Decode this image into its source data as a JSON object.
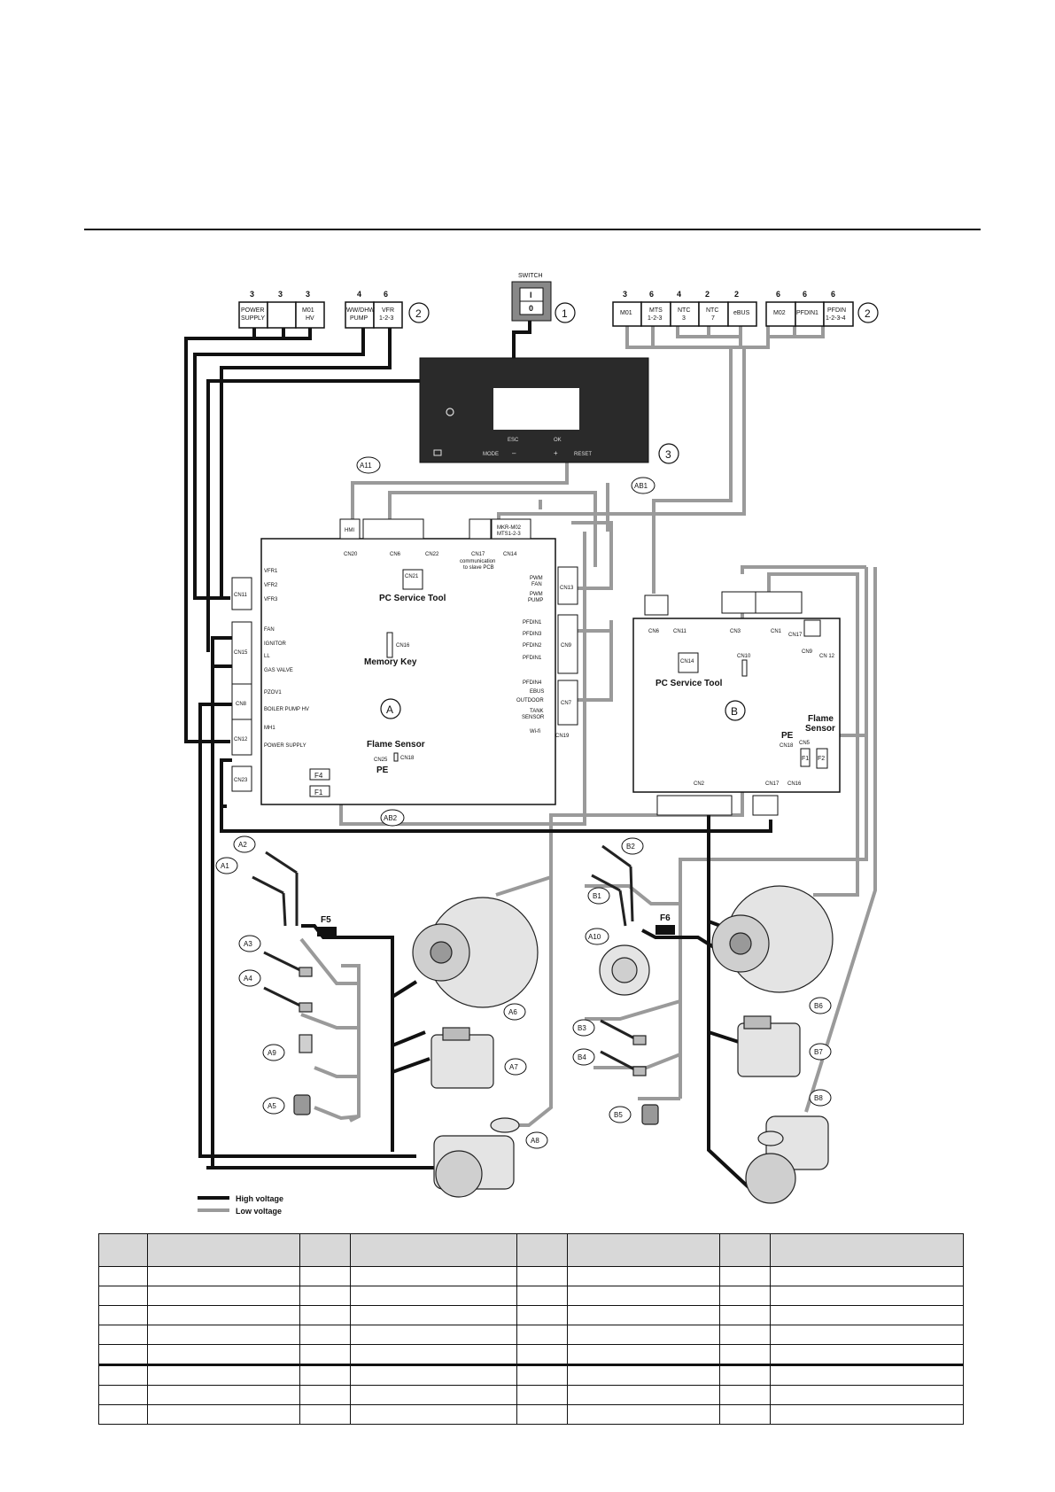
{
  "switch": {
    "title": "SWITCH",
    "on": "I",
    "off": "0",
    "callout": "1"
  },
  "left_terminals": {
    "counts": [
      "3",
      "3",
      "3",
      "4",
      "6"
    ],
    "labels": [
      "POWER",
      "SUPPLY",
      "M01",
      "HV",
      "WW/DHW",
      "PUMP",
      "VFR",
      "1-2-3"
    ],
    "callout": "2"
  },
  "right_terminals": {
    "counts": [
      "3",
      "6",
      "4",
      "2",
      "2",
      "6",
      "6",
      "6"
    ],
    "labels": [
      "M01",
      "MTS",
      "1-2-3",
      "NTC",
      "3",
      "NTC",
      "7",
      "eBUS",
      "M02",
      "PFDIN1",
      "PFDIN",
      "1-2-3-4"
    ],
    "callout": "2"
  },
  "control_panel": {
    "labels": [
      "ESC",
      "OK",
      "MODE",
      "–",
      "+",
      "RESET"
    ],
    "callout": "3"
  },
  "board_a": {
    "letter": "A",
    "top_connectors": [
      "HMI",
      "MKR-M02",
      "MTS1-2-3"
    ],
    "top_labels": [
      "CN20",
      "CN6",
      "CN22",
      "CN17",
      "CN14"
    ],
    "comm_note": [
      "communication",
      "to slave PCB"
    ],
    "left_connectors": [
      "CN11",
      "CN15",
      "CN8",
      "CN12",
      "CN23"
    ],
    "left_pins": [
      "VFR1",
      "VFR2",
      "VFR3",
      "FAN",
      "IGNITOR",
      "LL",
      "GAS VALVE",
      "PZOV1",
      "BOILER PUMP HV",
      "MH1",
      "POWER SUPPLY"
    ],
    "right_connectors": [
      "CN13",
      "CN9",
      "CN7",
      "CN19"
    ],
    "right_pins": [
      "PWM",
      "FAN",
      "PWM",
      "PUMP",
      "PFDIN1",
      "PFDIN3",
      "PFDIN2",
      "PFDIN1",
      "PFDIN4",
      "EBUS",
      "OUTDOOR",
      "TANK",
      "SENSOR",
      "Wi-fi"
    ],
    "cn21": "CN21",
    "pc_service": "PC Service Tool",
    "cn16": "CN16",
    "memory_key": "Memory Key",
    "flame_sensor": "Flame Sensor",
    "cn25": "CN25",
    "cn18": "CN18",
    "pe": "PE",
    "fuses": [
      "F4",
      "F1"
    ]
  },
  "board_b": {
    "letter": "B",
    "top_labels": [
      "CN6",
      "CN11",
      "CN3",
      "CN1",
      "CN17",
      "CN9",
      "CN 12"
    ],
    "cn14": "CN14",
    "cn10": "CN10",
    "pc_service": "PC Service Tool",
    "flame_sensor": [
      "Flame",
      "Sensor"
    ],
    "pe": "PE",
    "cn_misc": [
      "CN18",
      "CN5"
    ],
    "fuses": [
      "F1",
      "F2"
    ],
    "bottom_labels": [
      "CN2",
      "CN17",
      "CN16"
    ]
  },
  "callouts": [
    "A11",
    "AB1",
    "AB2",
    "A1",
    "A2",
    "A3",
    "A4",
    "A5",
    "A6",
    "A7",
    "A8",
    "A9",
    "A10",
    "B1",
    "B2",
    "B3",
    "B4",
    "B5",
    "B6",
    "B7",
    "B8"
  ],
  "fuses_external": [
    "F5",
    "F6"
  ],
  "legend": {
    "high_voltage": "High voltage",
    "low_voltage": "Low voltage"
  },
  "colors": {
    "high_voltage": "#111111",
    "low_voltage": "#9a9a9a",
    "header_fill": "#d8d8d8"
  },
  "table": {
    "rows": 9,
    "columns": 8
  }
}
